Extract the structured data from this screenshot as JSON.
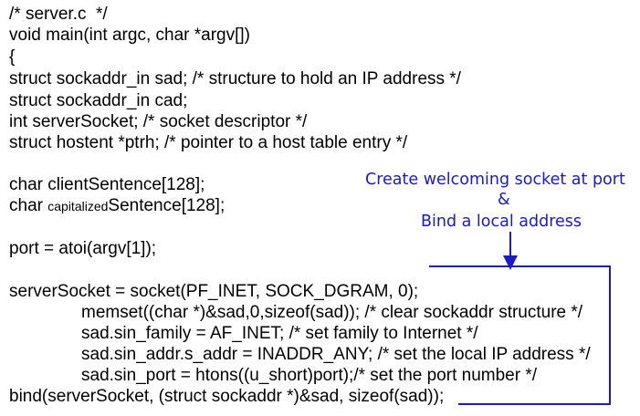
{
  "code": {
    "comment_header": "/* server.c  */",
    "main_decl": "void main(int argc, char *argv[])",
    "open_brace": "{",
    "sad_decl": "struct sockaddr_in sad; /* structure to hold an IP address */",
    "cad_decl": "struct sockaddr_in cad;",
    "socket_decl": "int serverSocket; /* socket descriptor */",
    "hostent_decl": "struct hostent *ptrh; /* pointer to a host table entry */",
    "client_sentence": "char clientSentence[128];",
    "cap_prefix": "char ",
    "cap_small": "capitalized",
    "cap_suffix": "Sentence[128];",
    "port_assign": "port = atoi(argv[1]);",
    "socket_call": "serverSocket = socket(PF_INET, SOCK_DGRAM, 0);",
    "memset_line": "memset((char *)&sad,0,sizeof(sad)); /* clear sockaddr structure */",
    "family_line": "sad.sin_family = AF_INET; /* set family to Internet */",
    "addr_line": "sad.sin_addr.s_addr = INADDR_ANY; /* set the local IP address */",
    "port_line": "sad.sin_port = htons((u_short)port);/* set the port number */",
    "bind_line": "bind(serverSocket, (struct sockaddr *)&sad, sizeof(sad));"
  },
  "annotation": {
    "line1": "Create welcoming socket at port",
    "line2": "&",
    "line3": "Bind a local address",
    "color": "#1a1acc"
  }
}
